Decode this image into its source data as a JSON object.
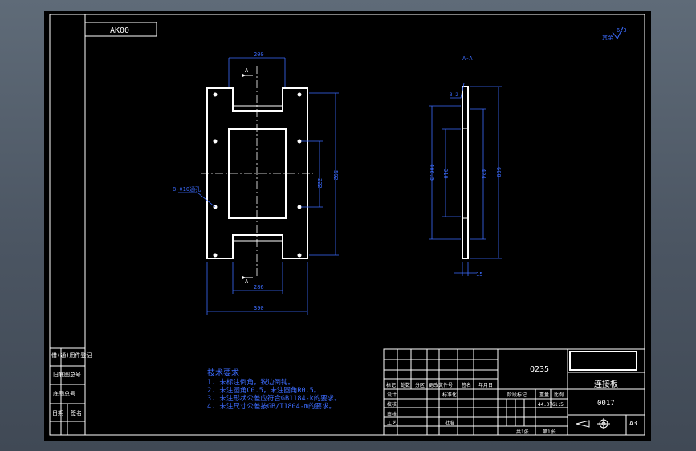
{
  "colors": {
    "background": "#000000",
    "frame": "#ffffff",
    "dimension": "#3c6cff",
    "centerline": "#ffffff"
  },
  "drawing": {
    "code_box": "AK00",
    "roughness_label": "其余",
    "roughness_value": "6.3",
    "section_label": "A-A",
    "section_mark_top": "A",
    "section_mark_bottom": "A",
    "hole_callout": "8-Φ10通孔",
    "dims": {
      "top_width": "200",
      "bottom_inner": "286",
      "overall_width": "390",
      "inner_height": "222",
      "outer_height": "592",
      "side_left": "466.5",
      "side_inner_left": "310",
      "side_inner_right": "424",
      "side_outer": "600",
      "thickness": "15",
      "angle_note": "3.2"
    }
  },
  "notes": {
    "title": "技术要求",
    "lines": [
      "1. 未标注倒角，锐边倒钝。",
      "2. 未注圆角C0.5，未注圆角R0.5。",
      "3. 未注形状公差应符合GB1184-k的要求。",
      "4. 未注尺寸公差按GB/T1804-m的要求。"
    ]
  },
  "left_strip": {
    "r1": "借(通)用件登记",
    "r2": "旧底图总号",
    "r3": "底图总号",
    "r4a": "日期",
    "r4b": "签名"
  },
  "title_block": {
    "material": "Q235",
    "part_name": "连接板",
    "drawing_no": "0017",
    "sheet_size": "A3",
    "hdr_mark": "标记",
    "hdr_count": "处数",
    "hdr_zone": "分区",
    "hdr_docno": "更改文件号",
    "hdr_sign": "签名",
    "hdr_date": "年月日",
    "design": "设计",
    "standardize": "标准化",
    "check": "审核",
    "process": "工艺",
    "approve": "批准",
    "stage_mark": "阶段标记",
    "weight": "重量",
    "scale": "比例",
    "scale_value": "1:5",
    "weight_value": "44.076",
    "approve2": "校核",
    "sheets_total": "共1张",
    "sheet_no": "第1张"
  }
}
